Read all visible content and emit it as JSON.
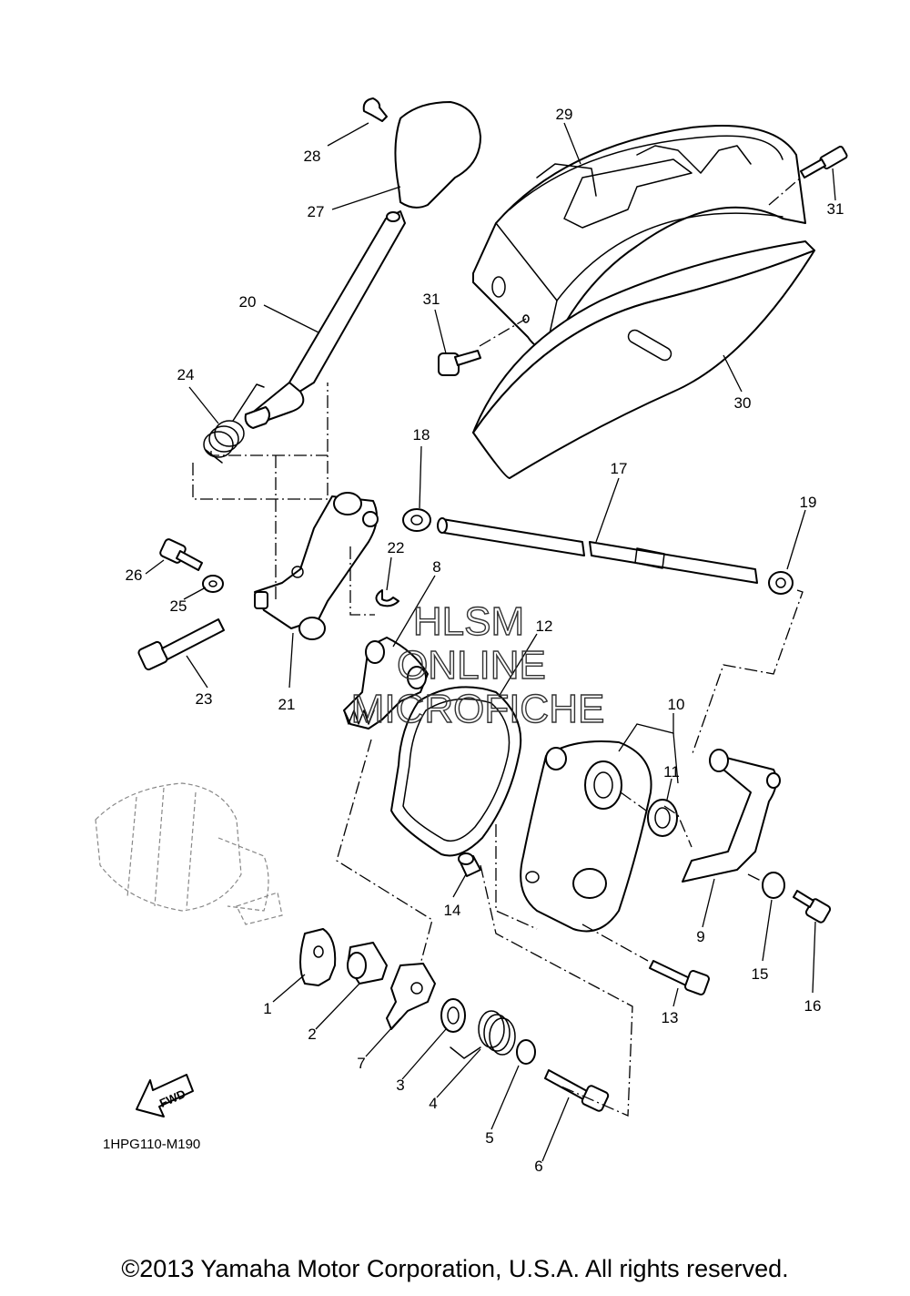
{
  "callouts": {
    "c1": "1",
    "c2": "2",
    "c3": "3",
    "c4": "4",
    "c5": "5",
    "c6": "6",
    "c7": "7",
    "c8": "8",
    "c9": "9",
    "c10": "10",
    "c11": "11",
    "c12": "12",
    "c13": "13",
    "c14": "14",
    "c15": "15",
    "c16": "16",
    "c17": "17",
    "c18": "18",
    "c19": "19",
    "c20": "20",
    "c21": "21",
    "c22": "22",
    "c23": "23",
    "c24": "24",
    "c25": "25",
    "c26": "26",
    "c27": "27",
    "c28": "28",
    "c29": "29",
    "c30": "30",
    "c31a": "31",
    "c31b": "31"
  },
  "watermark": {
    "line1": "HLSM",
    "line2": "ONLINE",
    "line3": "MICROFICHE"
  },
  "fwd_label": "FWD",
  "diagram_code": "1HPG110-M190",
  "copyright": "©2013 Yamaha Motor Corporation, U.S.A. All rights reserved."
}
